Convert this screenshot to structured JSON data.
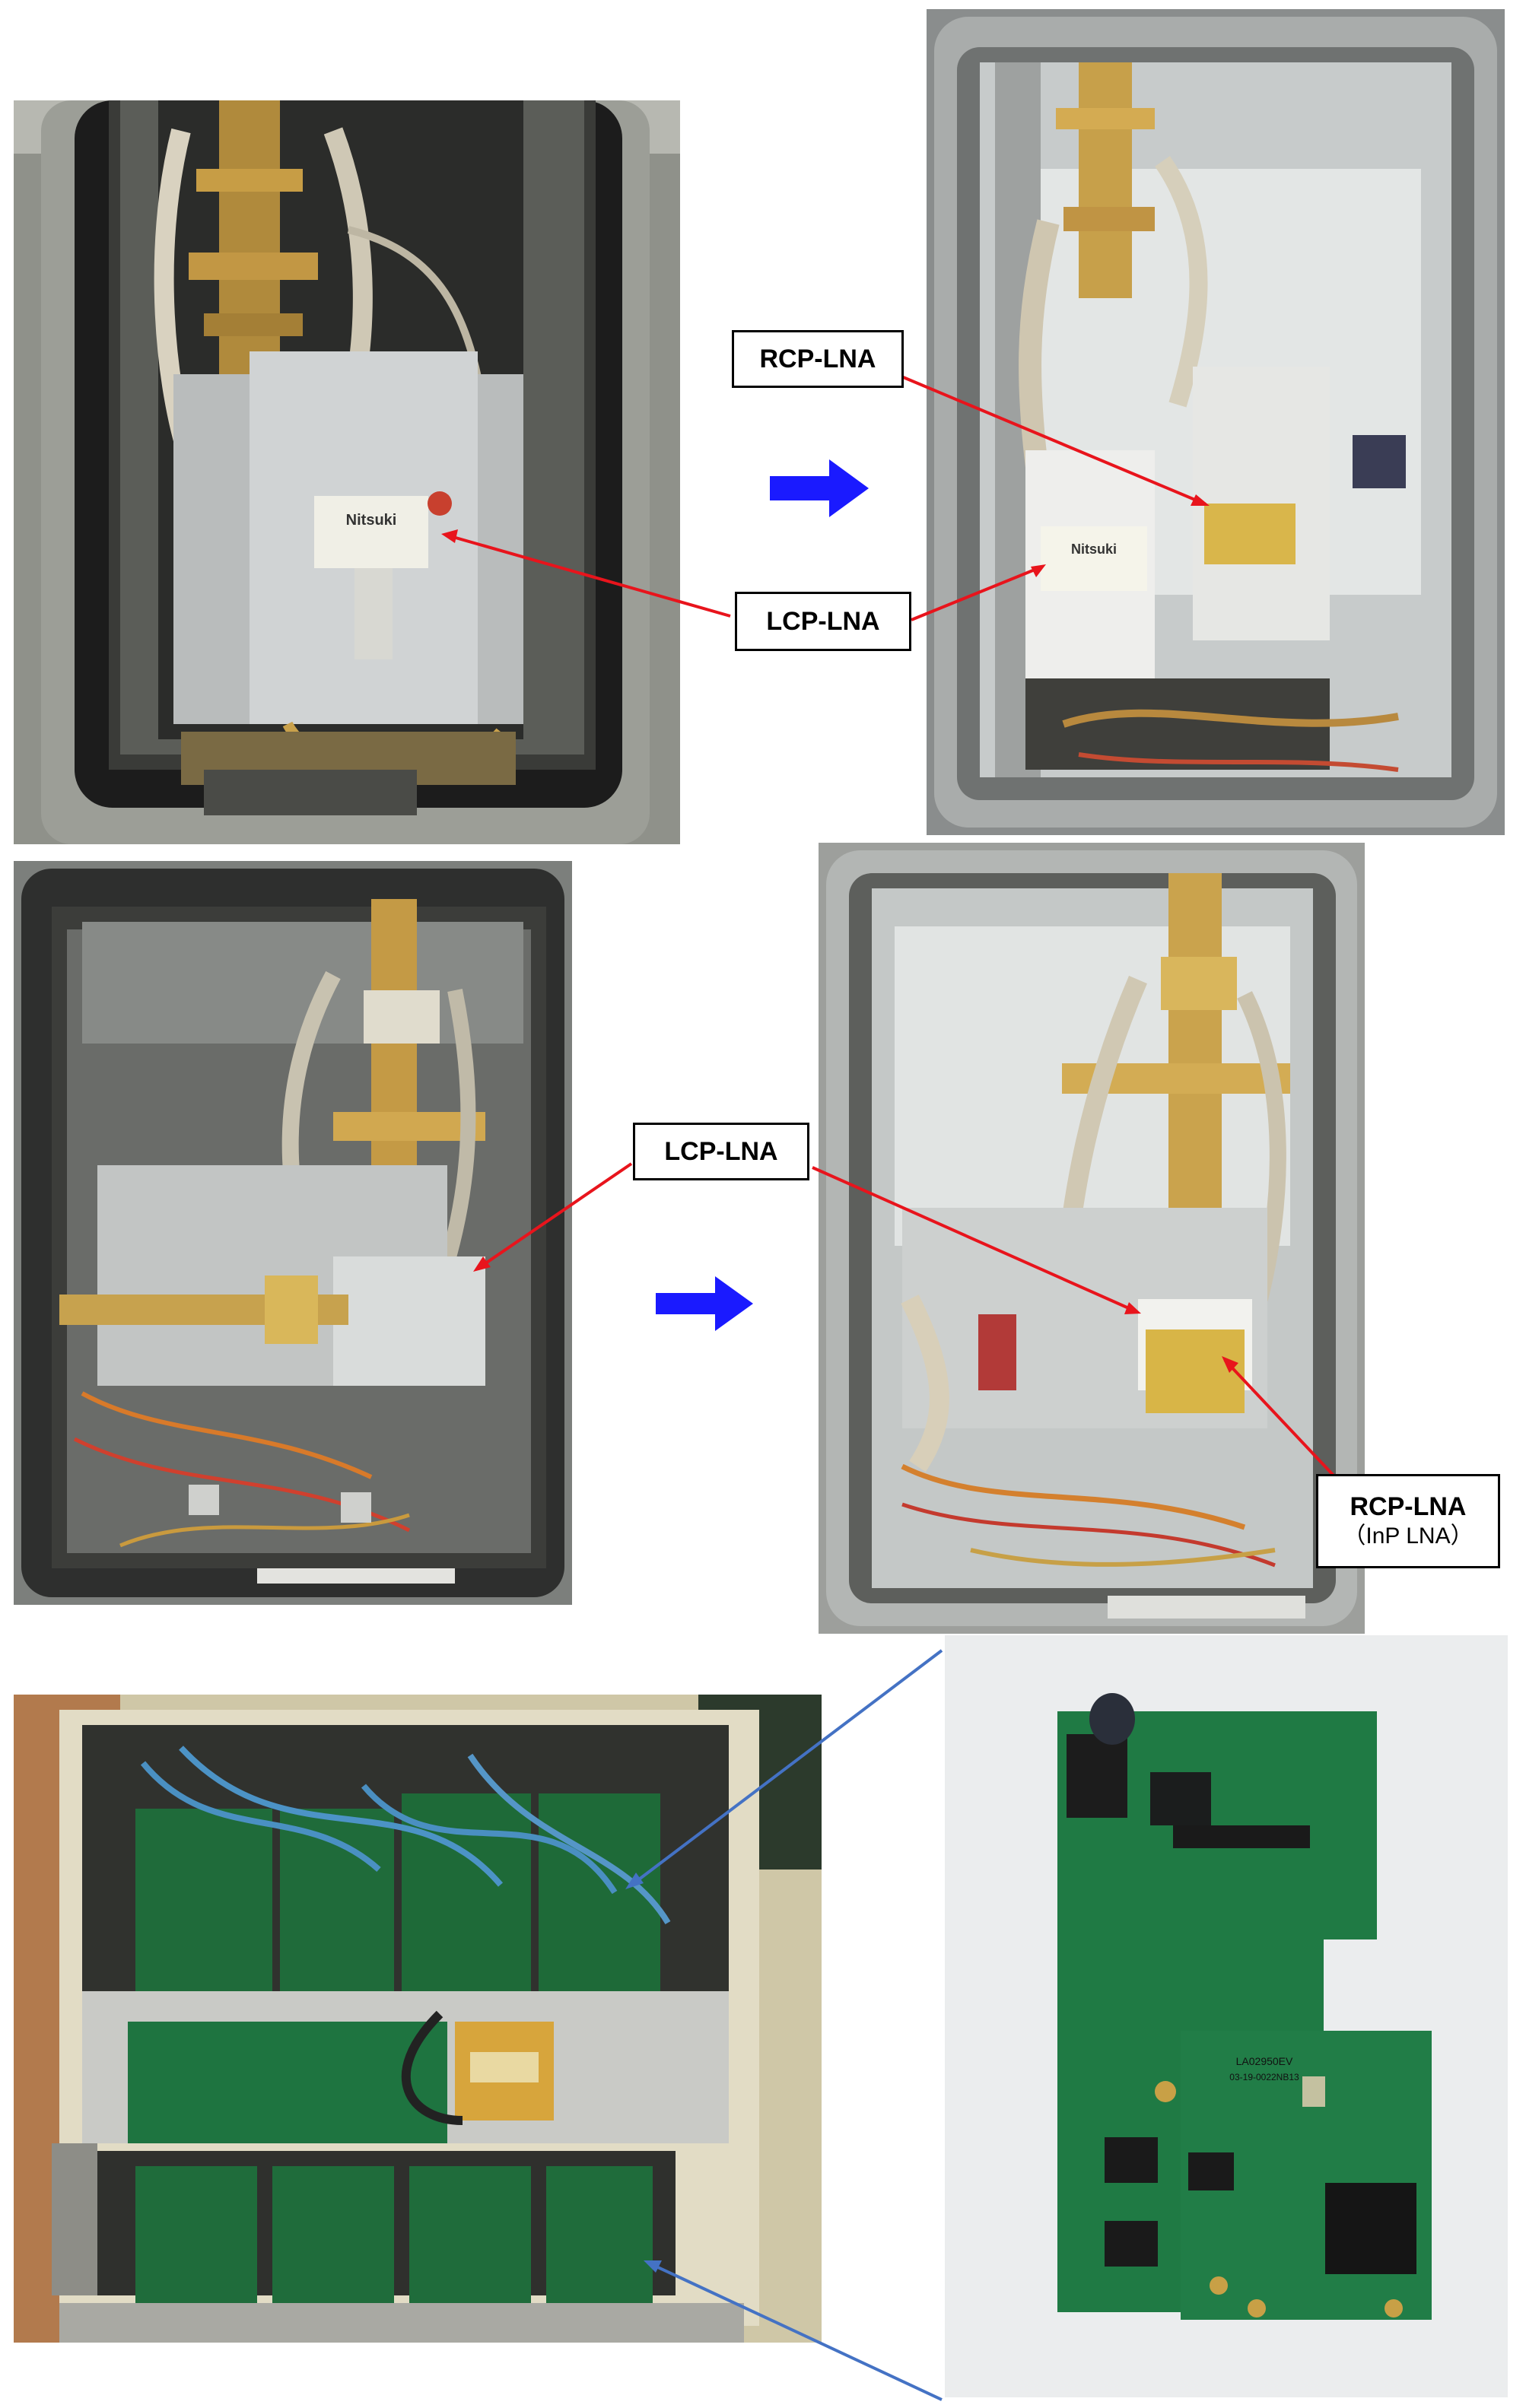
{
  "labels": {
    "rcp_top": "RCP-LNA",
    "lcp_top": "LCP-LNA",
    "lcp_mid": "LCP-LNA",
    "rcp_mid": "RCP-LNA",
    "rcp_mid_sub": "（InP LNA）"
  },
  "photo_text": {
    "nitsuki_left": "Nitsuki",
    "nitsuki_right": "Nitsuki",
    "board_serial_1": "LA02950EV",
    "board_serial_2": "03-19-0022NB13"
  },
  "colors": {
    "pointer_red": "#e8141c",
    "arrow_blue": "#1a1aff",
    "connector_blue": "#4472c4",
    "label_border": "#000000"
  },
  "icons": {
    "transition_arrow": "blue-right-arrow"
  }
}
